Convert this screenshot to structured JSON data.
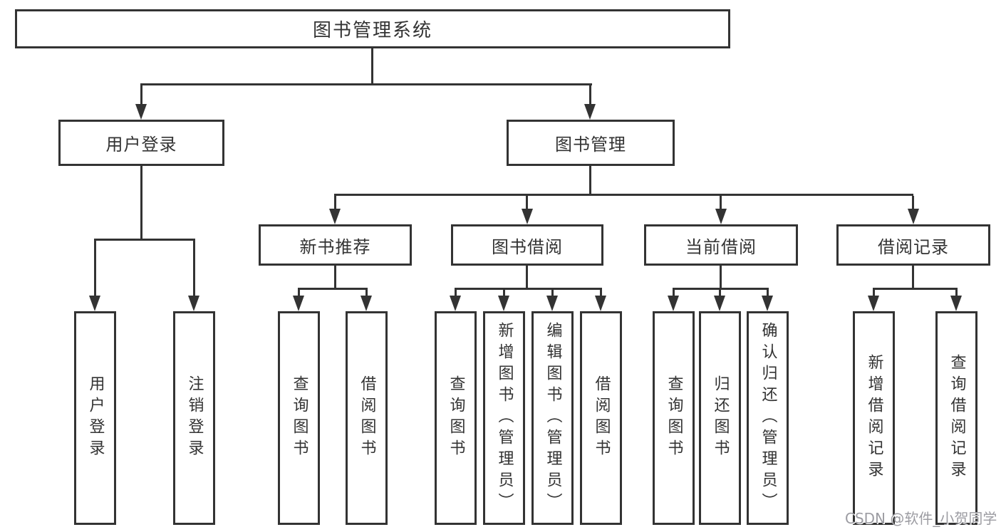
{
  "root": {
    "label": "图书管理系统"
  },
  "level2": {
    "user_login": {
      "label": "用户登录"
    },
    "book_mgmt": {
      "label": "图书管理"
    }
  },
  "level3": {
    "new_book_rec": {
      "label": "新书推荐"
    },
    "book_borrow": {
      "label": "图书借阅"
    },
    "current_borrow": {
      "label": "当前借阅"
    },
    "borrow_record": {
      "label": "借阅记录"
    }
  },
  "leaves": {
    "user_login_children": [
      {
        "label": "用户登录"
      },
      {
        "label": "注销登录"
      }
    ],
    "new_book_rec_children": [
      {
        "label": "查询图书"
      },
      {
        "label": "借阅图书"
      }
    ],
    "book_borrow_children": [
      {
        "label": "查询图书"
      },
      {
        "label": "新增图书（管理员）"
      },
      {
        "label": "编辑图书（管理员）"
      },
      {
        "label": "借阅图书"
      }
    ],
    "current_borrow_children": [
      {
        "label": "查询图书"
      },
      {
        "label": "归还图书"
      },
      {
        "label": "确认归还（管理员）"
      }
    ],
    "borrow_record_children": [
      {
        "label": "新增借阅记录"
      },
      {
        "label": "查询借阅记录"
      }
    ]
  },
  "watermark": {
    "text": "CSDN @软件_小贺同学"
  },
  "colors": {
    "line": "#333333",
    "box_border": "#333333",
    "box_bg": "#ffffff",
    "text": "#333333",
    "watermark": "#9c9ca2"
  }
}
